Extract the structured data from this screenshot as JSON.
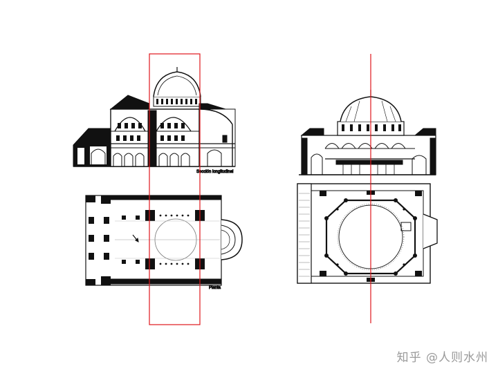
{
  "drawing_left": {
    "section_label": "Sección longitudinal",
    "plan_label": "Planta"
  },
  "watermark": {
    "text": "知乎 @人则水州"
  },
  "colors": {
    "ink": "#111111",
    "guide": "#e0161b",
    "background": "#ffffff",
    "watermark": "#9a9a9a"
  }
}
